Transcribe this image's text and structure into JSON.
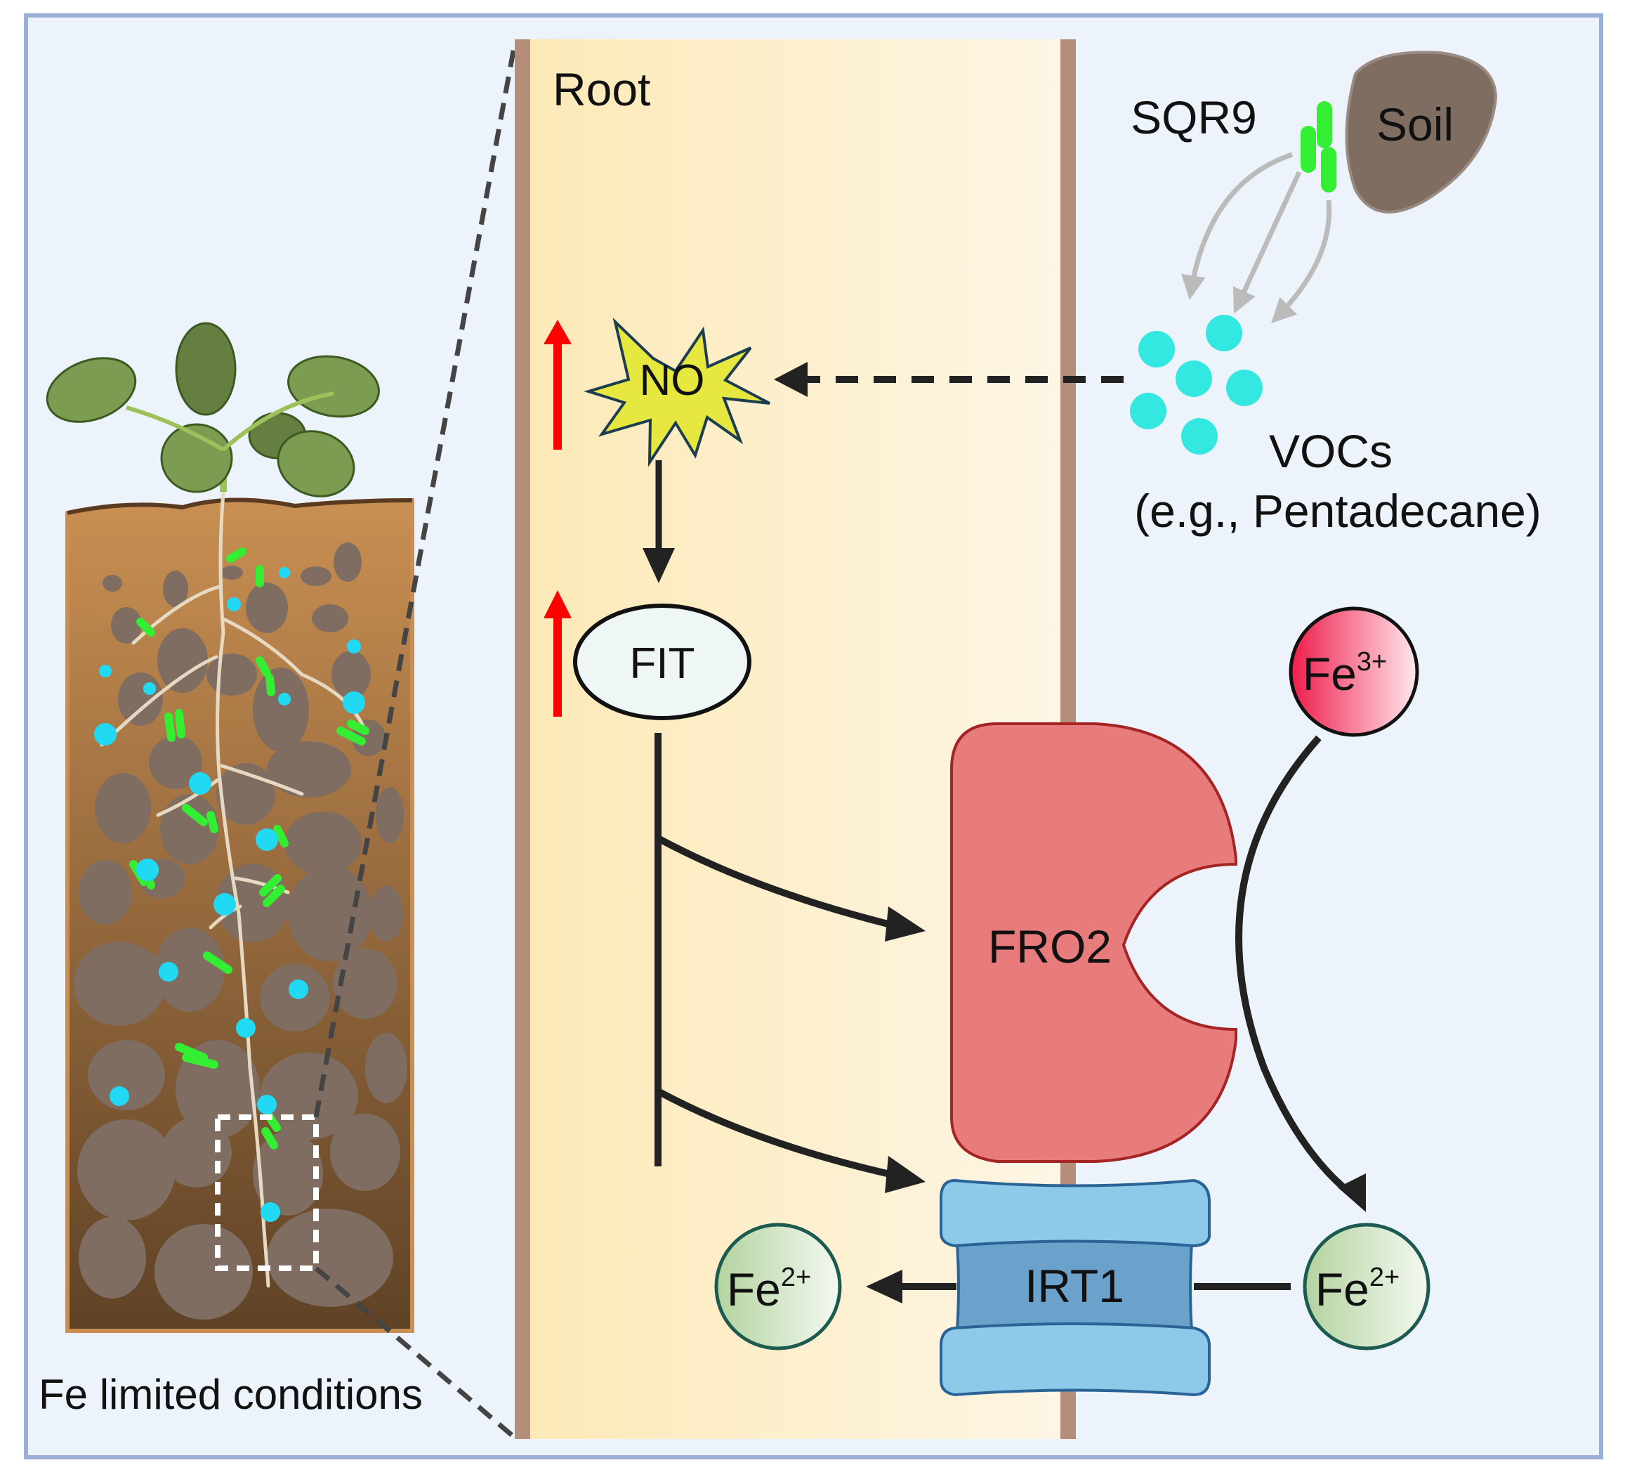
{
  "figure": {
    "left_panel": {
      "caption": "Fe limited conditions"
    },
    "root_panel": {
      "title": "Root",
      "signal": "NO",
      "transcription_factor": "FIT",
      "reductase": "FRO2",
      "transporter": "IRT1",
      "fe2_inside": {
        "base": "Fe",
        "charge": "2+"
      }
    },
    "soil_side": {
      "bacterium_label": "SQR9",
      "soil_label": "Soil",
      "voc_label": "VOCs",
      "voc_example": "(e.g., Pentadecane)",
      "fe3": {
        "base": "Fe",
        "charge": "3+"
      },
      "fe2_outside": {
        "base": "Fe",
        "charge": "2+"
      }
    },
    "colors": {
      "background": "#edf3fb",
      "border": "#9aafd6",
      "root_fill_left": "#fde9b6",
      "root_fill_right": "#fdf6e6",
      "root_wall": "#b48e78",
      "soil_top": "#c98f52",
      "soil_bottom": "#5f4226",
      "stone": "#7f6d62",
      "bacteria": "#33ee33",
      "voc": "#33e8e0",
      "no_star": "#e6e83f",
      "fro2": "#e87b7b",
      "fro2_stroke": "#a52424",
      "irt1_light": "#8dcaea",
      "irt1_dark": "#6aa2cc",
      "fe3_fill": "#ee1c4a",
      "fe2_fill": "#b9d6a9",
      "upregulation_arrow": "#ff0000"
    }
  }
}
